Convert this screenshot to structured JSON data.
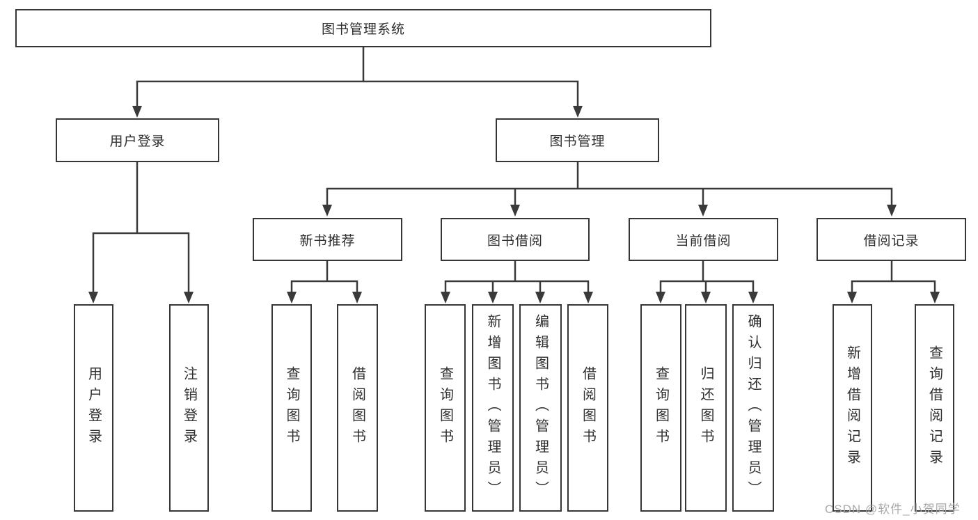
{
  "tree": {
    "label": "图书管理系统",
    "children": [
      {
        "label": "用户登录",
        "children": [
          {
            "label": "用户登录"
          },
          {
            "label": "注销登录"
          }
        ]
      },
      {
        "label": "图书管理",
        "children": [
          {
            "label": "新书推荐",
            "children": [
              {
                "label": "查询图书"
              },
              {
                "label": "借阅图书"
              }
            ]
          },
          {
            "label": "图书借阅",
            "children": [
              {
                "label": "查询图书"
              },
              {
                "label": "新增图书（管理员）"
              },
              {
                "label": "编辑图书（管理员）"
              },
              {
                "label": "借阅图书"
              }
            ]
          },
          {
            "label": "当前借阅",
            "children": [
              {
                "label": "查询图书"
              },
              {
                "label": "归还图书"
              },
              {
                "label": "确认归还（管理员）"
              }
            ]
          },
          {
            "label": "借阅记录",
            "children": [
              {
                "label": "新增借阅记录"
              },
              {
                "label": "查询借阅记录"
              }
            ]
          }
        ]
      }
    ]
  },
  "watermark": {
    "text": "CSDN @软件_小贺同学"
  },
  "colors": {
    "line": "#3a3a3a",
    "border": "#363636",
    "text": "#2f2f2f",
    "watermark": "#a9a9a9"
  }
}
